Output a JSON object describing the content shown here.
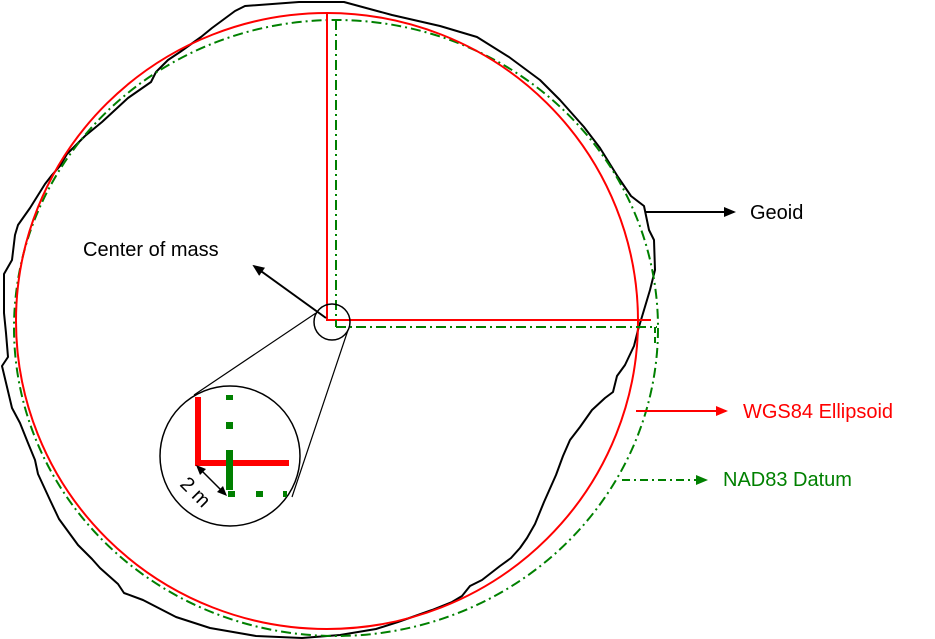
{
  "diagram": {
    "title": "Geoid vs. WGS84 Ellipsoid vs. NAD83 Datum",
    "labels": {
      "center_of_mass": "Center of mass",
      "geoid": "Geoid",
      "wgs84": "WGS84 Ellipsoid",
      "nad83": "NAD83 Datum",
      "offset": "2 m"
    },
    "colors": {
      "geoid": "#000000",
      "wgs84": "#ff0000",
      "nad83": "#008000",
      "text": "#000000"
    },
    "legend": [
      {
        "name": "Geoid",
        "style": "solid",
        "color": "#000000"
      },
      {
        "name": "WGS84 Ellipsoid",
        "style": "solid",
        "color": "#ff0000"
      },
      {
        "name": "NAD83 Datum",
        "style": "dash-dot",
        "color": "#008000"
      }
    ],
    "icons": {
      "arrow": "filled-triangle-arrowhead",
      "magnifier": "zoom-circle"
    }
  }
}
